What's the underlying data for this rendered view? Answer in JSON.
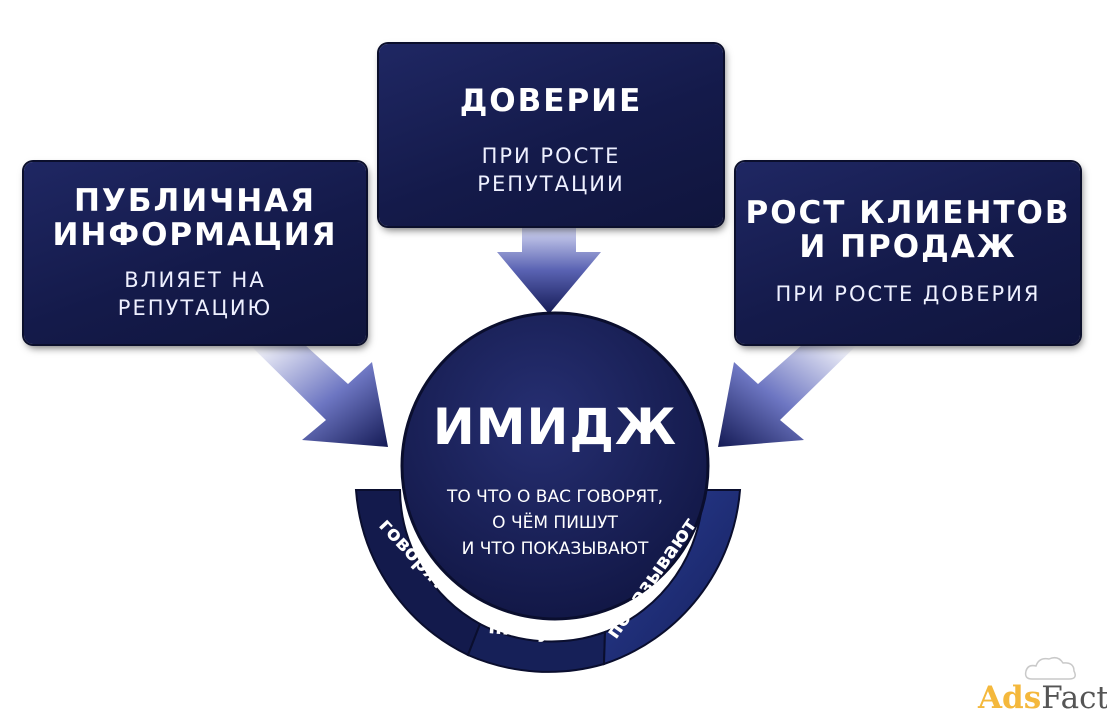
{
  "boxes": {
    "left": {
      "title_lines": [
        "ПУБЛИЧНАЯ",
        "ИНФОРМАЦИЯ"
      ],
      "sub_lines": [
        "ВЛИЯЕТ НА",
        "РЕПУТАЦИЮ"
      ]
    },
    "top": {
      "title_lines": [
        "ДОВЕРИЕ"
      ],
      "sub_lines": [
        "ПРИ РОСТЕ",
        "РЕПУТАЦИИ"
      ]
    },
    "right": {
      "title_lines": [
        "РОСТ КЛИЕНТОВ",
        "И ПРОДАЖ"
      ],
      "sub_lines": [
        "ПРИ РОСТЕ ДОВЕРИЯ"
      ]
    }
  },
  "hub": {
    "title": "ИМИДЖ",
    "sub_lines": [
      "ТО ЧТО О ВАС ГОВОРЯТ,",
      "О ЧЁМ ПИШУТ",
      "И ЧТО ПОКАЗЫВАЮТ"
    ]
  },
  "segments": [
    "говорят",
    "пишут",
    "показывают"
  ],
  "watermark": {
    "part1": "Ads",
    "part2": "Factory"
  },
  "colors": {
    "box": "#141a4a",
    "arrow_light": "#c9cdf0",
    "arrow_dark": "#161c55",
    "segment": "#131a4c",
    "segment_right": "#1e2e78"
  }
}
